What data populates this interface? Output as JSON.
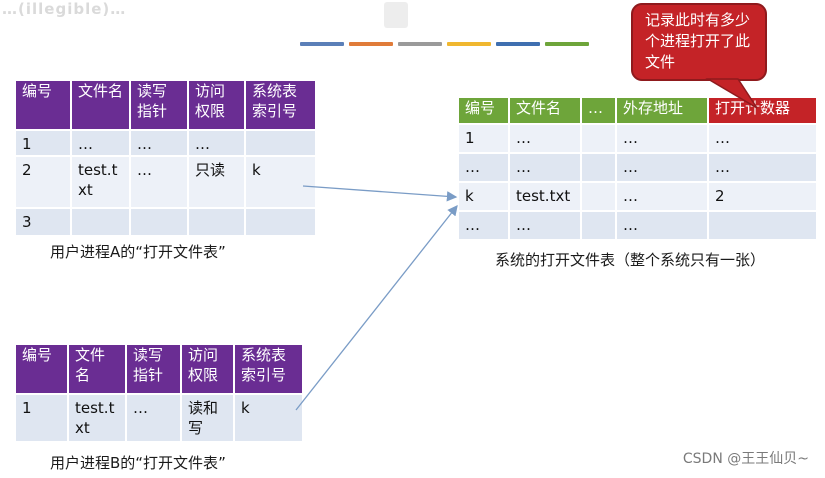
{
  "watermark": "…(illegible)…",
  "process_a": {
    "caption": "用户进程A的“打开文件表”",
    "headers": [
      "编号",
      "文件名",
      "读写指针",
      "访问权限",
      "系统表索引号"
    ],
    "rows": [
      [
        "1",
        "…",
        "…",
        "…",
        ""
      ],
      [
        "2",
        "test.txt",
        "…",
        "只读",
        "k"
      ],
      [
        "3",
        "",
        "",
        "",
        ""
      ]
    ]
  },
  "process_b": {
    "caption": "用户进程B的“打开文件表”",
    "headers": [
      "编号",
      "文件名",
      "读写指针",
      "访问权限",
      "系统表索引号"
    ],
    "rows": [
      [
        "1",
        "test.txt",
        "…",
        "读和写",
        "k"
      ]
    ]
  },
  "system_table": {
    "caption": "系统的打开文件表（整个系统只有一张）",
    "headers": [
      "编号",
      "文件名",
      "…",
      "外存地址",
      "打开计数器"
    ],
    "rows": [
      [
        "1",
        "…",
        "",
        "…",
        "…"
      ],
      [
        "…",
        "…",
        "",
        "…",
        "…"
      ],
      [
        "k",
        "test.txt",
        "",
        "…",
        "2"
      ],
      [
        "…",
        "…",
        "",
        "…",
        ""
      ]
    ]
  },
  "callout": {
    "text": "记录此时有多少个进程打开了此文件",
    "color": "#c42327"
  },
  "footer": "CSDN @王王仙贝~",
  "colors": {
    "header_purple": "#6a2d93",
    "header_green": "#6ea53a",
    "header_red": "#c42327",
    "cell_blue": "#dfe6f1",
    "arrow": "#7a9cc6"
  }
}
